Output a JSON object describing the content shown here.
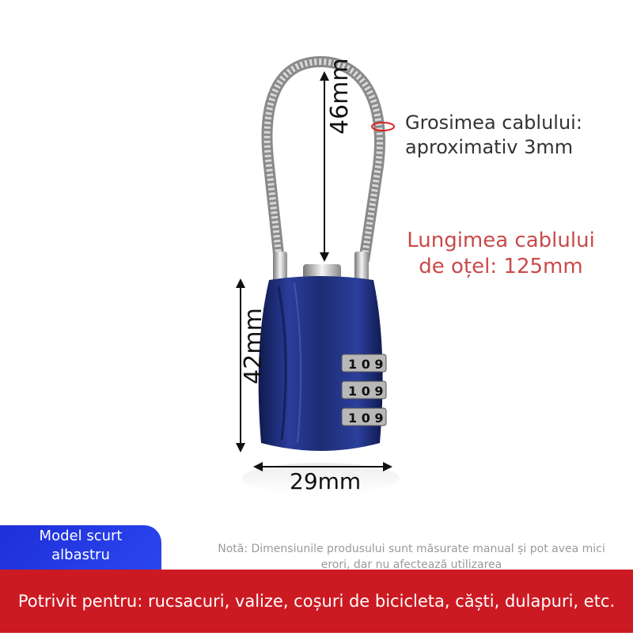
{
  "dimensions": {
    "shackle_height": "46mm",
    "body_height": "42mm",
    "body_width": "29mm"
  },
  "notes": {
    "cable_thickness_line1": "Grosimea cablului:",
    "cable_thickness_line2": "aproximativ 3mm",
    "cable_length_line1": "Lungimea cablului",
    "cable_length_line2": "de oțel: 125mm"
  },
  "badge": {
    "line1": "Model scurt",
    "line2": "albastru"
  },
  "disclaimer": {
    "line1": "Notă: Dimensiunile produsului sunt măsurate manual și pot avea mici",
    "line2": "erori, dar nu afectează utilizarea"
  },
  "footer": {
    "text": "Potrivit pentru: rucsacuri, valize, coșuri de bicicleta, căști, dulapuri, etc."
  },
  "combination_digits": [
    "1",
    "0",
    "9"
  ],
  "colors": {
    "lock_body": "#1d2c73",
    "footer": "#cc1a22",
    "badge": "#2538e6",
    "accent_text": "#c94a4a"
  }
}
